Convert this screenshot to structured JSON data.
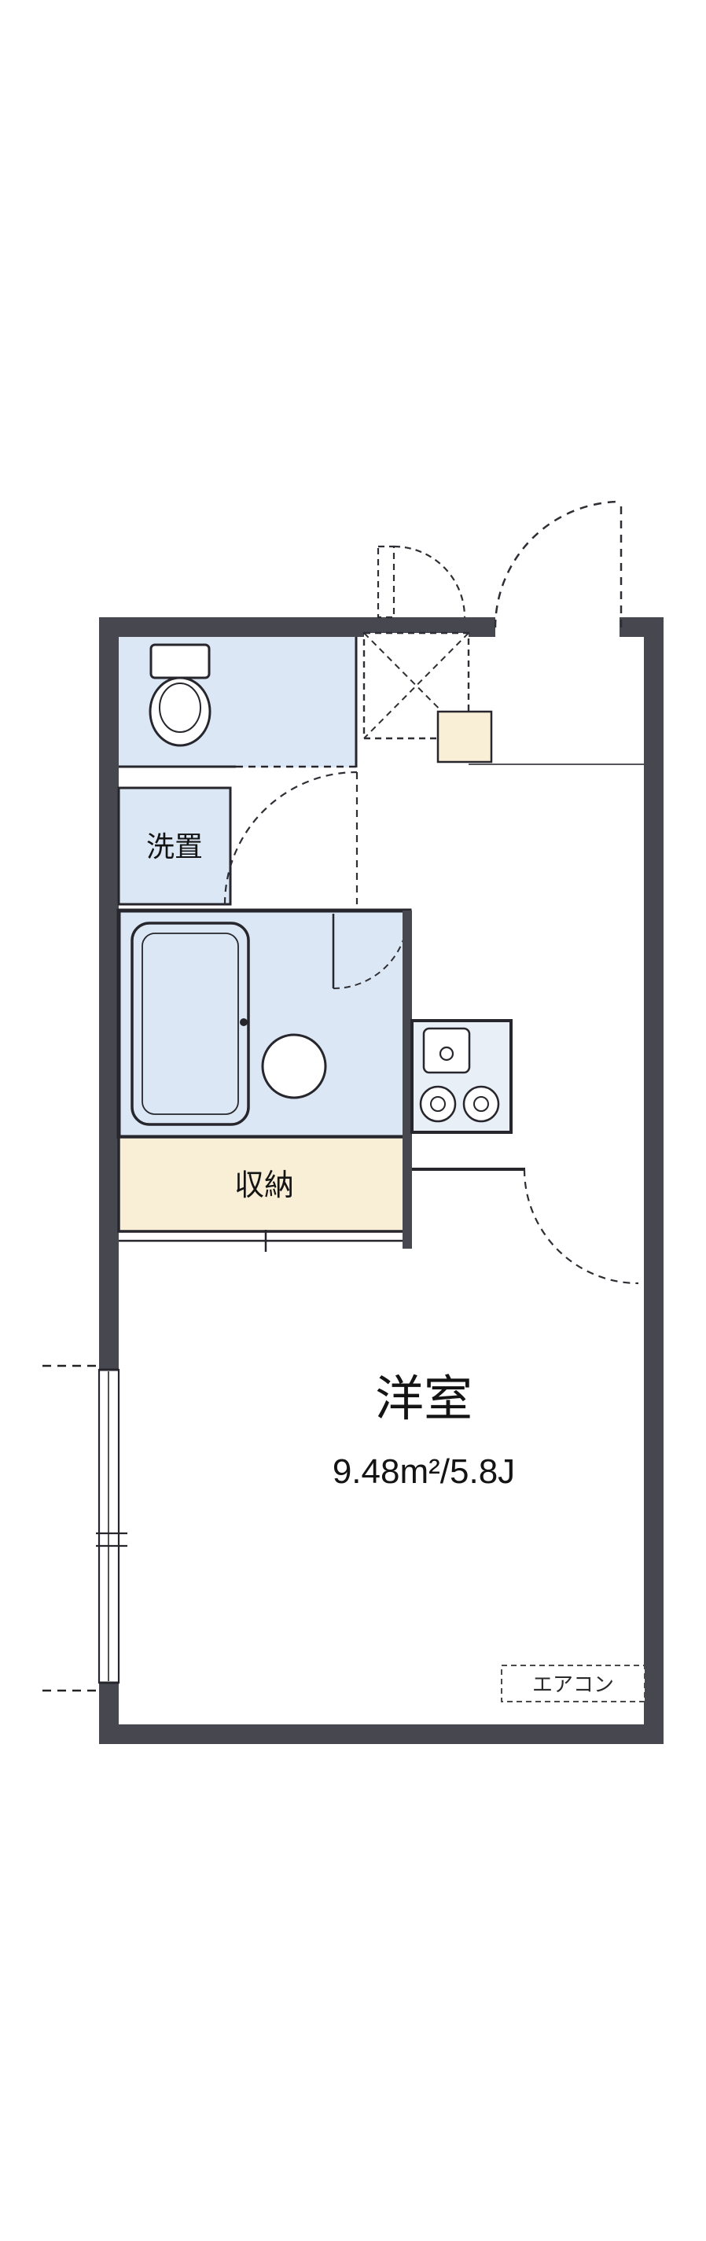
{
  "labels": {
    "washer": "洗置",
    "closet": "収納",
    "main_room": "洋室",
    "main_room_area": "9.48m²/5.8J",
    "aircon": "エアコン"
  },
  "colors": {
    "wall": "#47474f",
    "outline": "#26262c",
    "water_blue": "#dbe7f4",
    "cream": "#f8efd6",
    "kitchen_gray": "#e9eff7",
    "background": "#ffffff"
  }
}
